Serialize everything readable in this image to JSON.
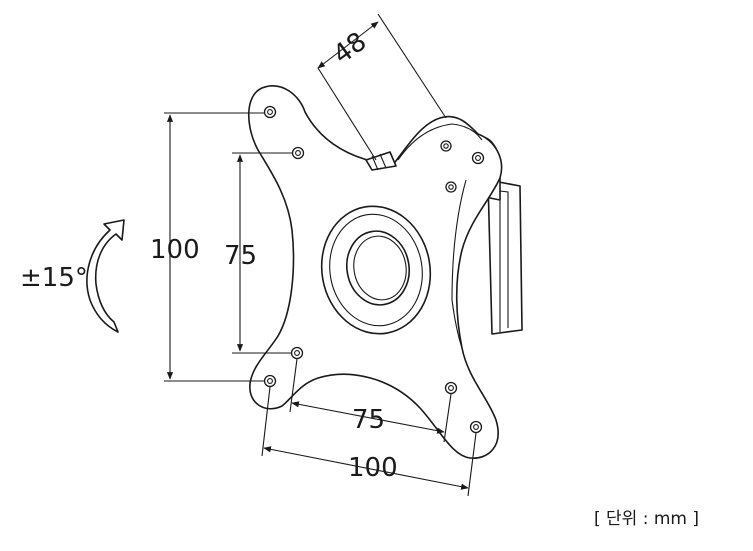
{
  "dimensions": {
    "top_offset": "48",
    "vertical_outer": "100",
    "vertical_inner": "75",
    "horizontal_inner": "75",
    "horizontal_outer": "100",
    "tilt": "±15°"
  },
  "unit_label": "[ 단위 : mm ]",
  "colors": {
    "line": "#1a1a1a",
    "background": "#ffffff"
  }
}
